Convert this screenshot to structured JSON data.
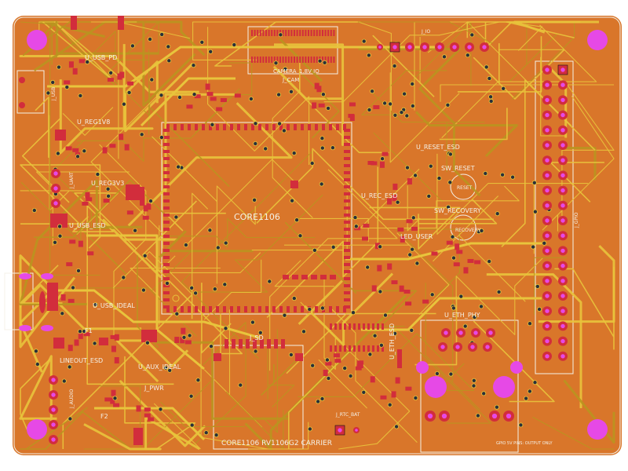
{
  "colors": {
    "board": "#d9762a",
    "copper": "#c8641c",
    "trace": "#e8c43c",
    "trace_dark": "#b9951f",
    "pad": "#d22d3c",
    "via": "#2a2f3a",
    "mount_hole": "#e649e6",
    "silkscreen": "#f4f1e8",
    "outline": "#f2efe6"
  },
  "labels": {
    "usb_pd": "U_USB_PD",
    "reg_1v8": "U_REG1V8",
    "reg_3v3": "U_REG3V3",
    "usb_esd": "U_USB_ESD",
    "usb_ideal": "U_USB_IDEAL",
    "fuse1": "F1",
    "fuse2": "F2",
    "lineout_esd": "LINEOUT_ESD",
    "aux_ideal": "U_AUX_IDEAL",
    "j_pwr": "J_PWR",
    "camera": "CAMERA_1.8V IO",
    "j_cam": "J_CAM",
    "core": "CORE1106",
    "reset_esd": "U_RESET_ESD",
    "sw_reset": "SW_RESET",
    "reset": "RESET",
    "rec_esd": "U_REC_ESD",
    "sw_recovery": "SW_RECOVERY",
    "recovery": "RECOVERY",
    "led_user": "LED_USER",
    "j_io": "J_IO",
    "j_gpio": "J_GPIO",
    "j_sd": "J_SD",
    "eth_esd": "U_ETH_ESD",
    "eth_phy": "U_ETH_PHY",
    "rtc_bat": "J_RTC_BAT",
    "board_title": "CORE1106 RV1106G2 CARRIER",
    "gpio_note": "GPIO 5V PINS: OUTPUT ONLY",
    "j_usb": "J_USB",
    "j_uart": "J_UART",
    "j_audio": "J_AUDIO"
  }
}
